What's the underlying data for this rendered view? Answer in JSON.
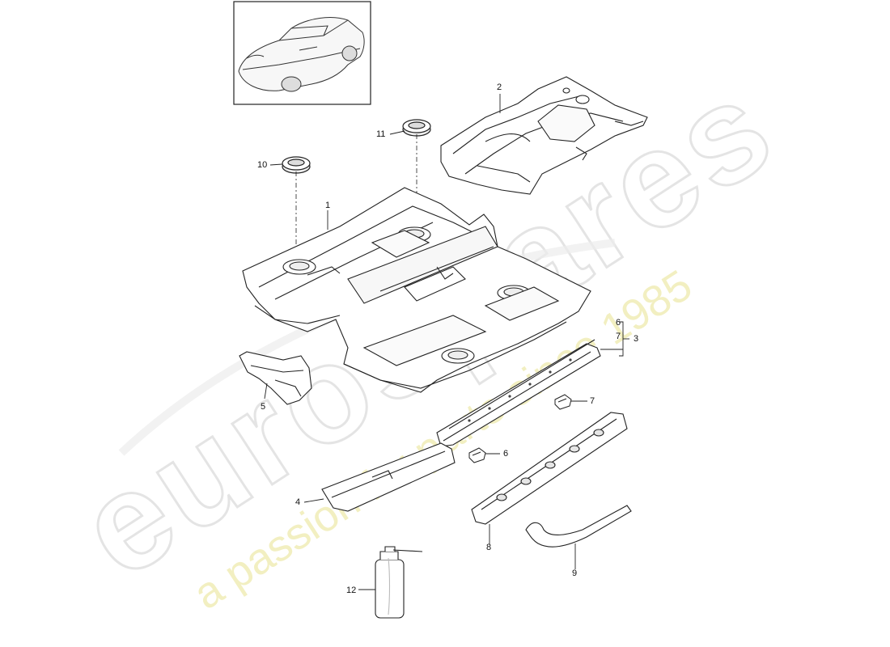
{
  "watermark": {
    "brand": "eurospares",
    "tagline": "a passion for parts since 1985",
    "brand_color": "#d9d9d9",
    "tagline_color": "#f3f0b4"
  },
  "thumbnail": {
    "subject": "car-thumbnail"
  },
  "callouts": {
    "c1": "1",
    "c2": "2",
    "c3": "3",
    "c4": "4",
    "c5": "5",
    "c6": "6",
    "c6b": "6",
    "c7": "7",
    "c7b": "7",
    "c8": "8",
    "c9": "9",
    "c10": "10",
    "c11": "11",
    "c12": "12"
  }
}
